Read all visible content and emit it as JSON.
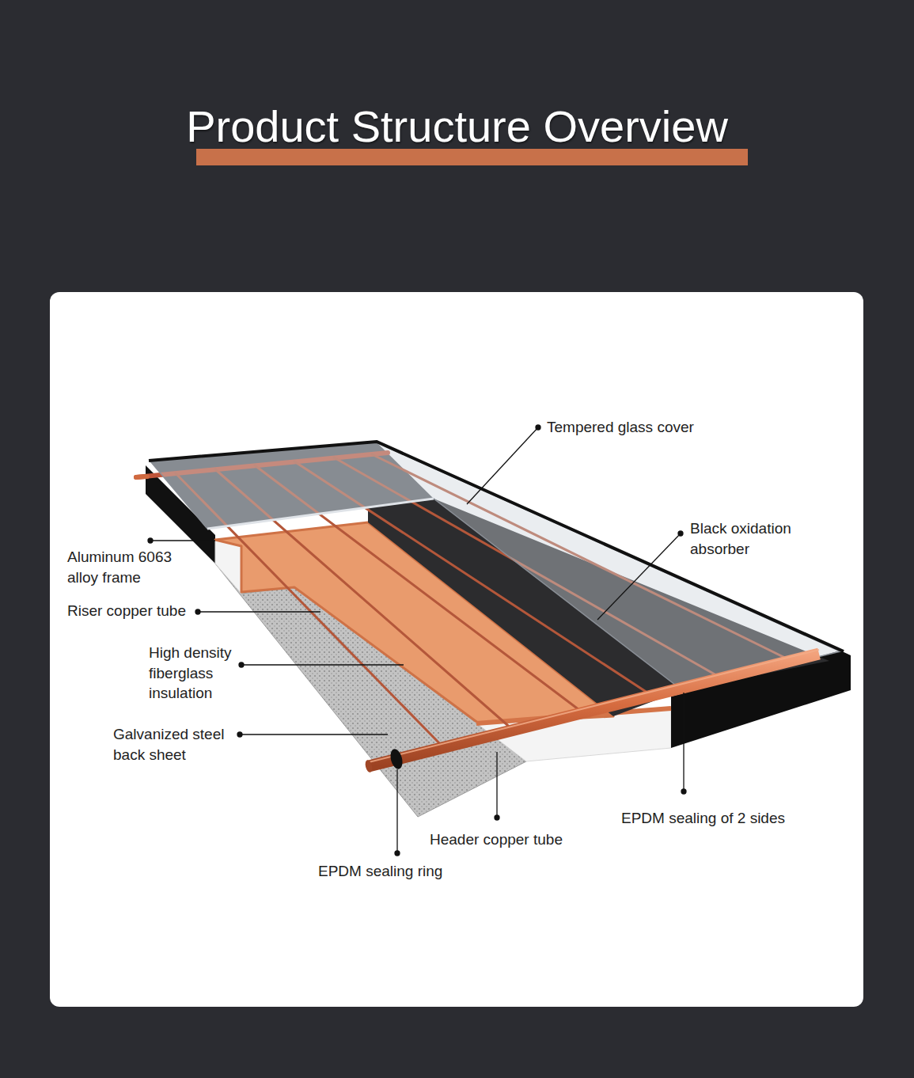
{
  "diagram": {
    "title": "Product Structure Overview",
    "labels": [
      "Tempered glass cover",
      "Black oxidation absorber",
      "Aluminum 6063 alloy frame",
      "Riser copper tube",
      "High density fiberglass insulation",
      "Galvanized steel back sheet",
      "EPDM sealing of 2 sides",
      "Header copper tube",
      "EPDM sealing ring"
    ]
  }
}
